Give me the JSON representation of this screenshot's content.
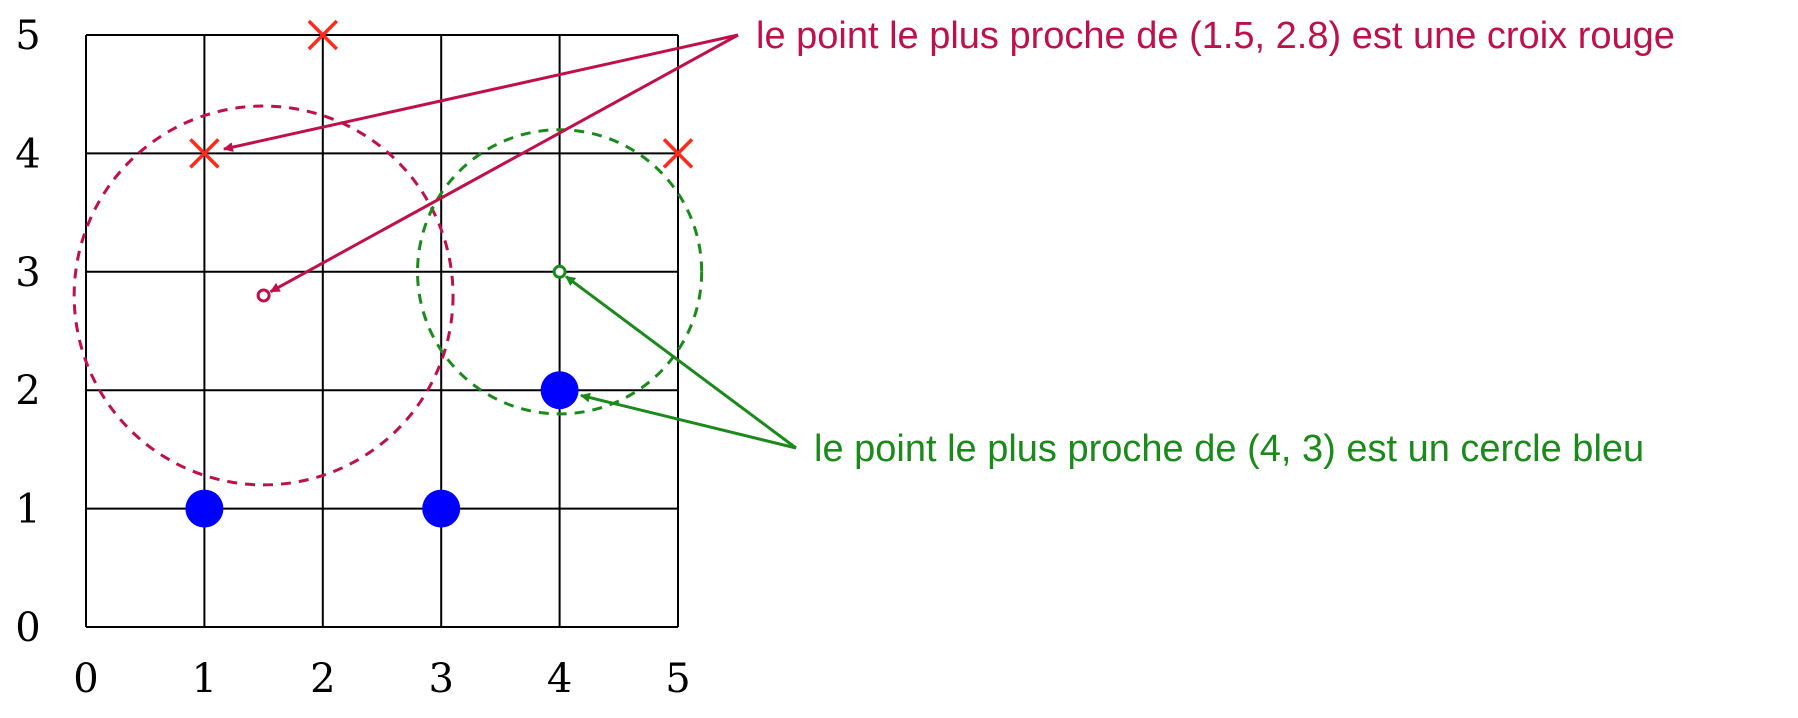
{
  "colors": {
    "grid": "#000000",
    "annotation_red": "#c0104a",
    "annotation_green": "#1a8a1a",
    "cross": "#ff2a1a",
    "circle": "#0000ff"
  },
  "chart_data": {
    "type": "scatter",
    "xlim": [
      0,
      5
    ],
    "ylim": [
      0,
      5
    ],
    "x_ticks": [
      "0",
      "1",
      "2",
      "3",
      "4",
      "5"
    ],
    "y_ticks": [
      "0",
      "1",
      "2",
      "3",
      "4",
      "5"
    ],
    "grid": true,
    "series": [
      {
        "marker": "cross",
        "color": "#ff2a1a",
        "points": [
          [
            1,
            4
          ],
          [
            2,
            5
          ],
          [
            5,
            4
          ]
        ]
      },
      {
        "marker": "circle",
        "color": "#0000ff",
        "points": [
          [
            1,
            1
          ],
          [
            3,
            1
          ],
          [
            4,
            2
          ]
        ]
      }
    ],
    "queries": [
      {
        "point": [
          1.5,
          2.8
        ],
        "radius": 1.6,
        "color": "#c0104a",
        "nearest": [
          1,
          4
        ],
        "label": "le point le plus proche de (1.5, 2.8) est une croix rouge"
      },
      {
        "point": [
          4,
          3
        ],
        "radius": 1.2,
        "color": "#1a8a1a",
        "nearest": [
          4,
          2
        ],
        "label": "le point le plus proche de (4, 3) est un cercle bleu"
      }
    ]
  }
}
